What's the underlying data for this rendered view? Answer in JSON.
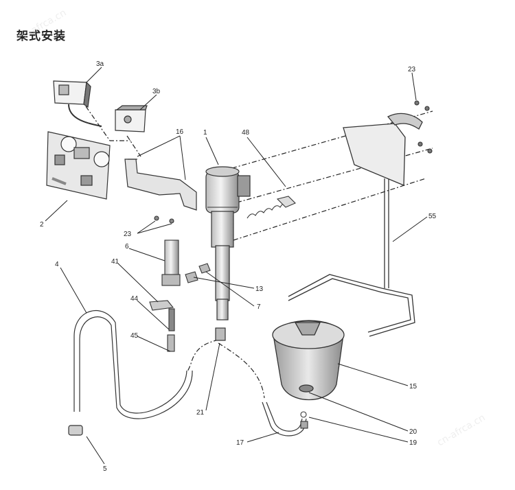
{
  "title": "架式安装",
  "watermark": "cn-afrca.cn",
  "labels": {
    "l3a": "3a",
    "l3b": "3b",
    "l16": "16",
    "l1": "1",
    "l48": "48",
    "l23_top": "23",
    "l2": "2",
    "l23_mid": "23",
    "l6": "6",
    "l41": "41",
    "l44": "44",
    "l45": "45",
    "l4": "4",
    "l13": "13",
    "l7": "7",
    "l55": "55",
    "l15": "15",
    "l21": "21",
    "l20": "20",
    "l19": "19",
    "l17": "17",
    "l5": "5"
  },
  "colors": {
    "line": "#333333",
    "part_fill": "#e6e6e6",
    "part_dark": "#9a9a9a",
    "dash": "#222222"
  }
}
